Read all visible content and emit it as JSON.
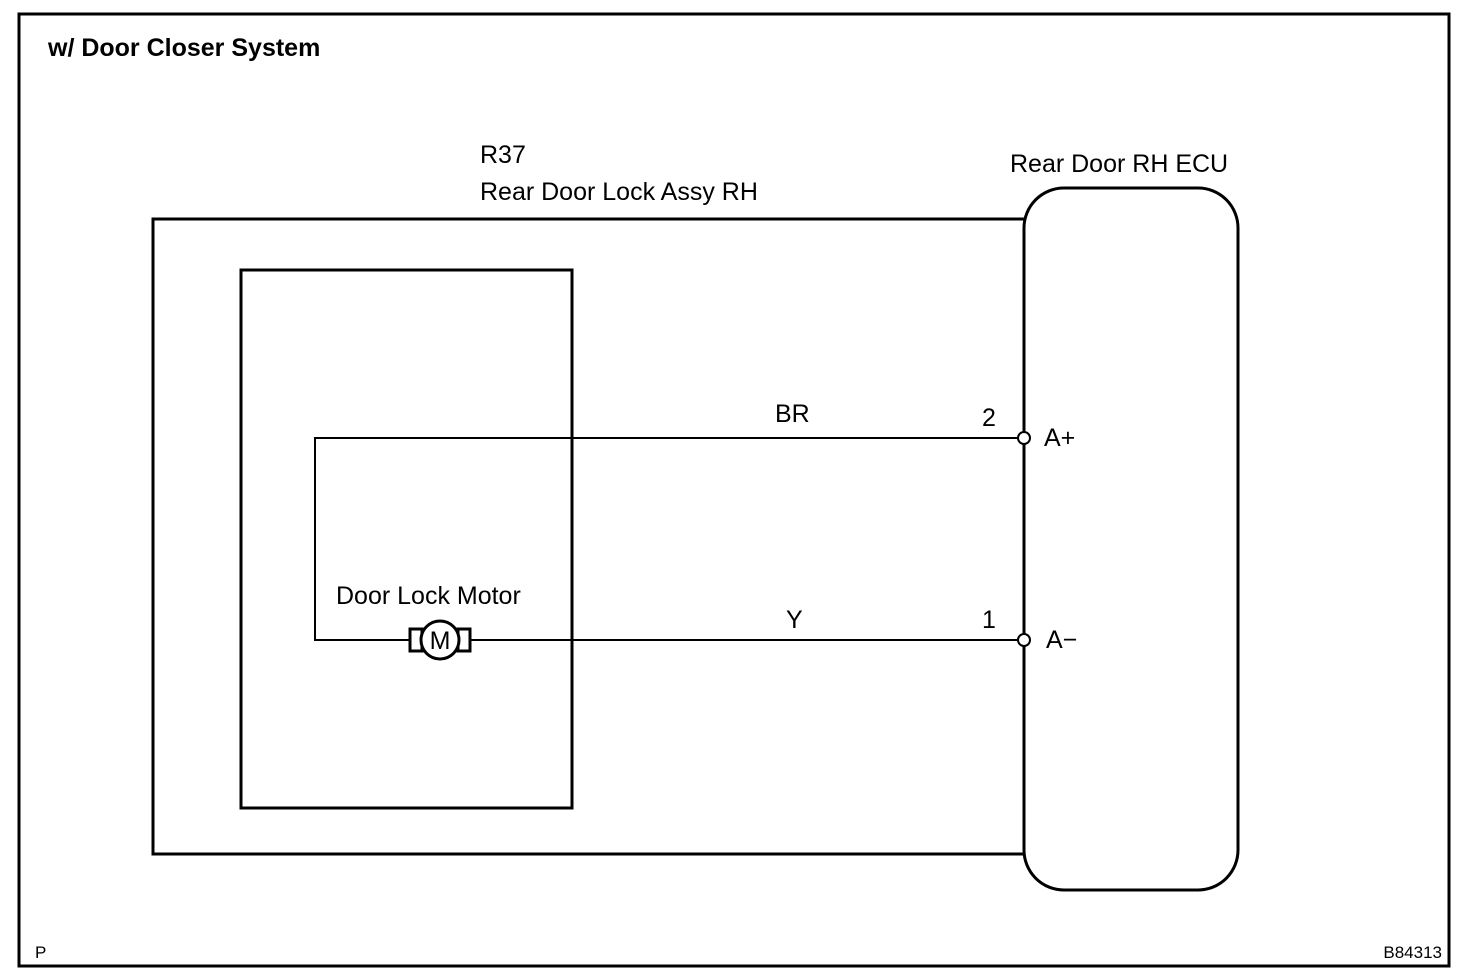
{
  "diagram": {
    "title": "w/ Door Closer System",
    "component_code": "R37",
    "component_name": "Rear Door Lock Assy RH",
    "ecu_name": "Rear Door RH ECU",
    "motor_label": "Door Lock Motor",
    "motor_symbol": "M",
    "wires": [
      {
        "color_code": "BR",
        "pin": "2",
        "terminal": "A+"
      },
      {
        "color_code": "Y",
        "pin": "1",
        "terminal": "A−"
      }
    ],
    "footer_left": "P",
    "figure_id": "B84313"
  }
}
